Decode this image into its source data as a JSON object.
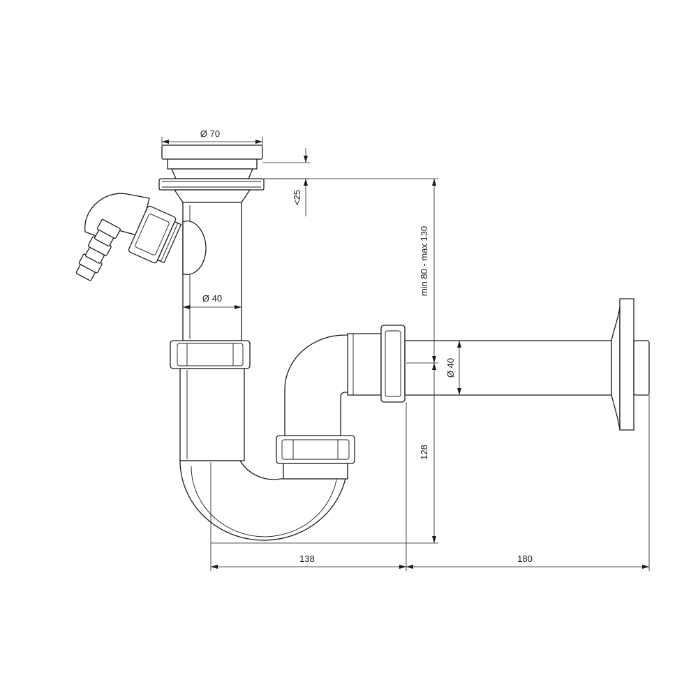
{
  "diagram": {
    "dimensions": {
      "strainer_diameter": "Ø 70",
      "flange_height": "<25",
      "inlet_pipe_diameter": "Ø 40",
      "outlet_pipe_diameter": "Ø 40",
      "height_range": "min 80 - max 130",
      "trap_height": "128",
      "trap_width": "138",
      "outlet_length": "180"
    },
    "colors": {
      "line": "#1a1a1a",
      "background": "#ffffff"
    }
  }
}
